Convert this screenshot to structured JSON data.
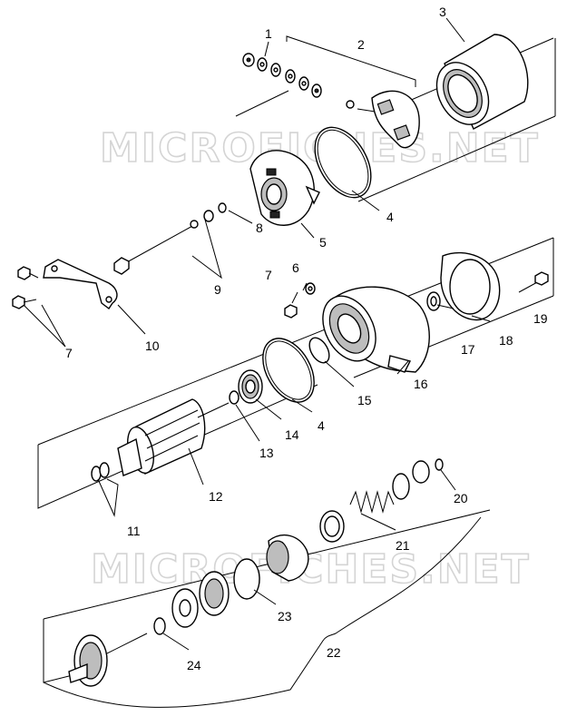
{
  "watermark": [
    "MICROFICHES.NET",
    "MICROFICHES.NET"
  ],
  "callouts": [
    {
      "id": "c1",
      "text": "1"
    },
    {
      "id": "c2",
      "text": "2"
    },
    {
      "id": "c3",
      "text": "3"
    },
    {
      "id": "c4a",
      "text": "4"
    },
    {
      "id": "c5",
      "text": "5"
    },
    {
      "id": "c6",
      "text": "6"
    },
    {
      "id": "c7a",
      "text": "7"
    },
    {
      "id": "c7b",
      "text": "7"
    },
    {
      "id": "c8",
      "text": "8"
    },
    {
      "id": "c9",
      "text": "9"
    },
    {
      "id": "c10",
      "text": "10"
    },
    {
      "id": "c11",
      "text": "11"
    },
    {
      "id": "c12",
      "text": "12"
    },
    {
      "id": "c13",
      "text": "13"
    },
    {
      "id": "c14",
      "text": "14"
    },
    {
      "id": "c4b",
      "text": "4"
    },
    {
      "id": "c15",
      "text": "15"
    },
    {
      "id": "c16",
      "text": "16"
    },
    {
      "id": "c17",
      "text": "17"
    },
    {
      "id": "c18",
      "text": "18"
    },
    {
      "id": "c19",
      "text": "19"
    },
    {
      "id": "c20",
      "text": "20"
    },
    {
      "id": "c21",
      "text": "21"
    },
    {
      "id": "c22",
      "text": "22"
    },
    {
      "id": "c23",
      "text": "23"
    },
    {
      "id": "c24",
      "text": "24"
    }
  ]
}
